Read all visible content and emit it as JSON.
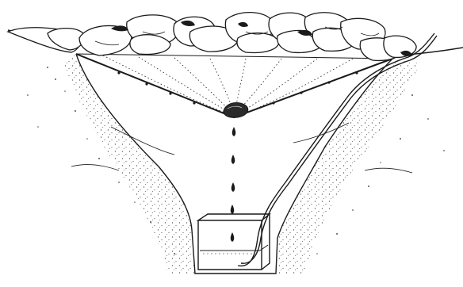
{
  "figure": {
    "kind": "line illustration",
    "subject": "solar still",
    "parts": [
      {
        "name": "rock-rim",
        "icon": "rocks-icon"
      },
      {
        "name": "plastic-sheet",
        "icon": "sheet-icon"
      },
      {
        "name": "center-pebble",
        "icon": "pebble-icon"
      },
      {
        "name": "water-drops",
        "icon": "drop-icon"
      },
      {
        "name": "collection-container",
        "icon": "container-icon"
      },
      {
        "name": "drinking-tube",
        "icon": "tube-icon"
      },
      {
        "name": "pit",
        "icon": "pit-icon"
      }
    ],
    "colors": {
      "ink": "#1a1a1a",
      "paper": "#ffffff",
      "soil": "#555555"
    }
  }
}
